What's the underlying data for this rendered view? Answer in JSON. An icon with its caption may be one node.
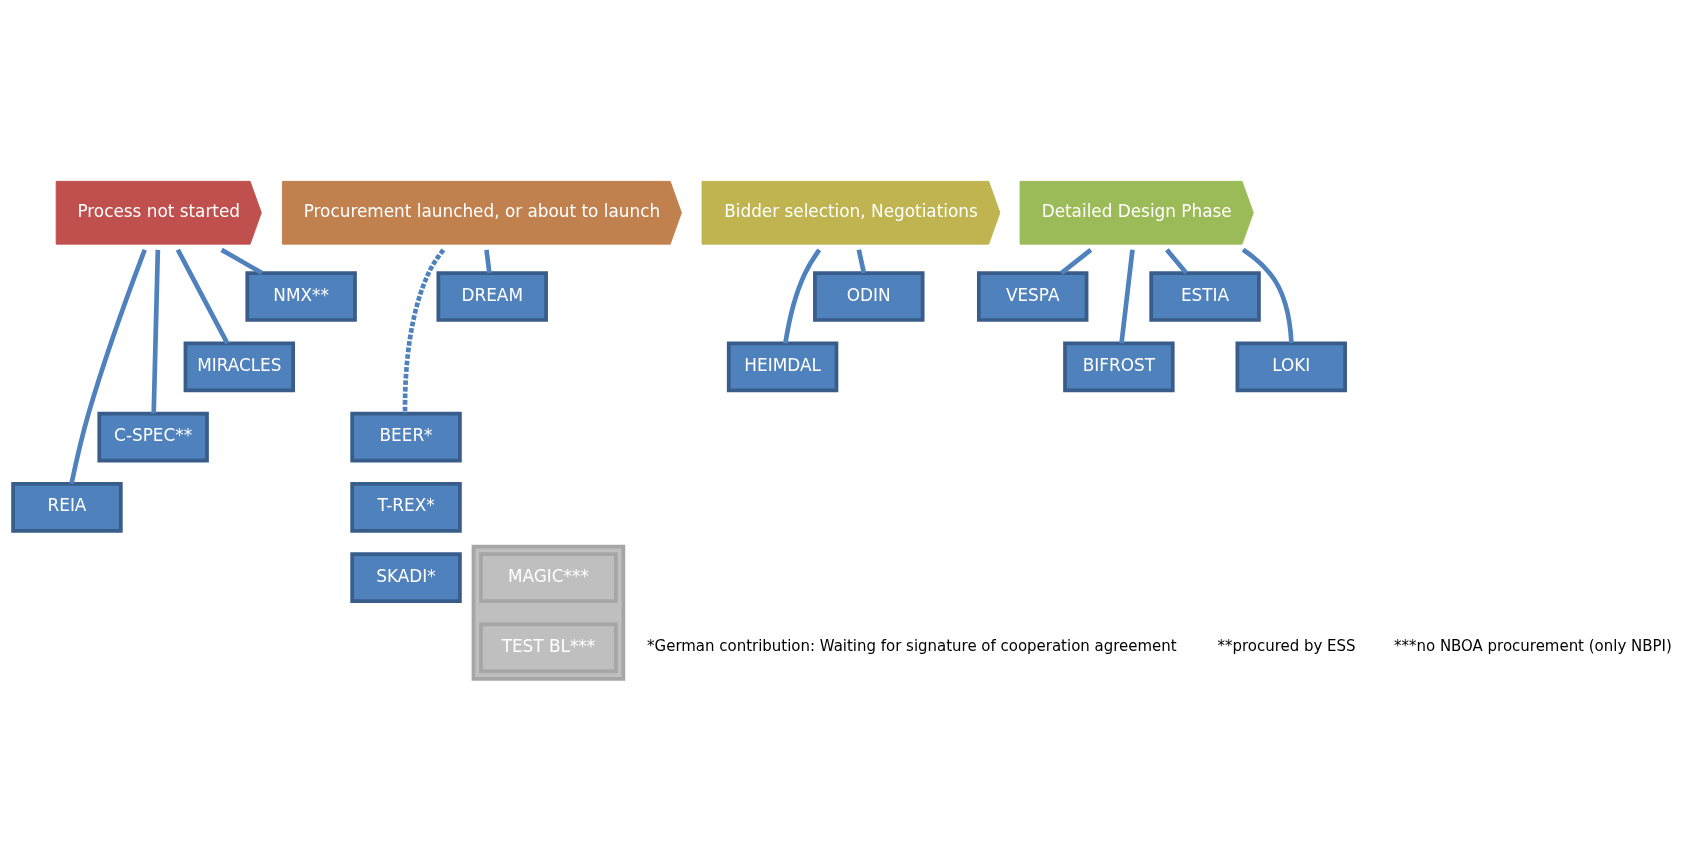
{
  "diagram": {
    "nodes": [
      {
        "text": [
          "Process not started"
        ]
      },
      {
        "text": [
          "Procurement launched, or about to launch"
        ]
      },
      {
        "text": [
          "Bidder selection, Negotiations"
        ]
      },
      {
        "text": [
          "Detailed Design Phase"
        ]
      },
      {
        "text": [
          "REIA"
        ]
      },
      {
        "text": [
          "C-SPEC**"
        ]
      },
      {
        "text": [
          "MIRACLES"
        ]
      },
      {
        "text": [
          "NMX**"
        ]
      },
      {
        "text": [
          "BEER*"
        ]
      },
      {
        "text": [
          "T-REX*"
        ]
      },
      {
        "text": [
          "SKADI*"
        ]
      },
      {
        "text": [
          "DREAM"
        ]
      },
      {
        "text": [
          "HEIMDAL"
        ]
      },
      {
        "text": [
          "ODIN"
        ]
      },
      {
        "text": [
          "VESPA"
        ]
      },
      {
        "text": [
          "BIFROST"
        ]
      },
      {
        "text": [
          "ESTIA"
        ]
      },
      {
        "text": [
          "LOKI"
        ]
      },
      {
        "text": [],
        "shape": "box"
      },
      {
        "text": [
          "MAGIC***"
        ],
        "in": 18
      },
      {
        "text": [
          "TEST BL***"
        ],
        "in": 18
      }
    ],
    "edges": [
      {
        "from": 0,
        "to": 4,
        "arrow": "none"
      },
      {
        "from": 0,
        "to": 5,
        "arrow": "none"
      },
      {
        "from": 0,
        "to": 6,
        "arrow": "none"
      },
      {
        "from": 0,
        "to": 7,
        "arrow": "none"
      },
      {
        "from": 1,
        "to": 8,
        "arrow": "none",
        "style": "dashed"
      },
      {
        "from": 1,
        "to": 11,
        "arrow": "none"
      },
      {
        "from": 2,
        "to": 12,
        "arrow": "none"
      },
      {
        "from": 2,
        "to": 13,
        "arrow": "none"
      },
      {
        "from": 3,
        "to": 14,
        "arrow": "none"
      },
      {
        "from": 3,
        "to": 15,
        "arrow": "none"
      },
      {
        "from": 3,
        "to": 16,
        "arrow": "none"
      },
      {
        "from": 3,
        "to": 17,
        "arrow": "none"
      }
    ],
    "labels": [
      "*German contribution: Waiting for signature of cooperation agreement",
      "**procured by ESS",
      "***no NBOA procurement (only NBPI)"
    ]
  }
}
